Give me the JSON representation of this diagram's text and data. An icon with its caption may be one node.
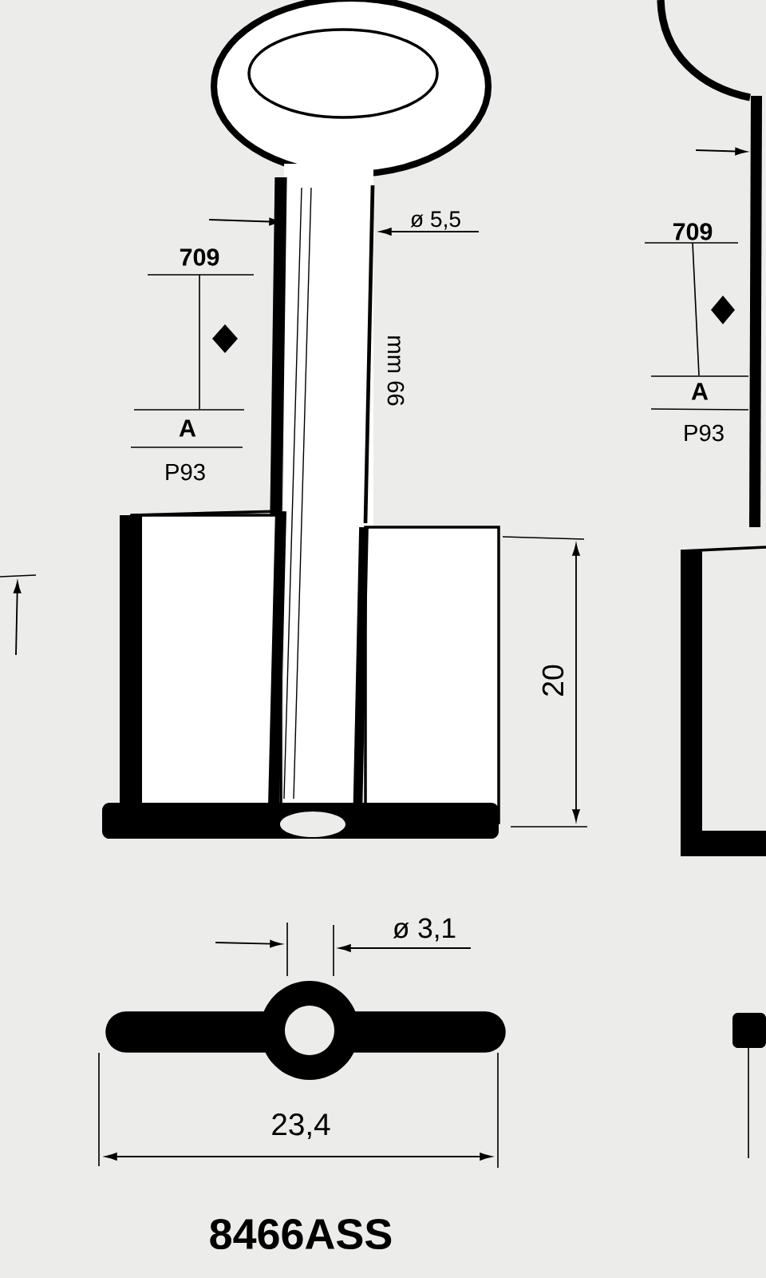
{
  "diagram": {
    "labels": [
      "ø 5,5",
      "709",
      "709",
      "mm 66",
      "A",
      "A",
      "P93",
      "P93",
      "20",
      "ø 3,1",
      "23,4",
      "8466ASS"
    ]
  }
}
